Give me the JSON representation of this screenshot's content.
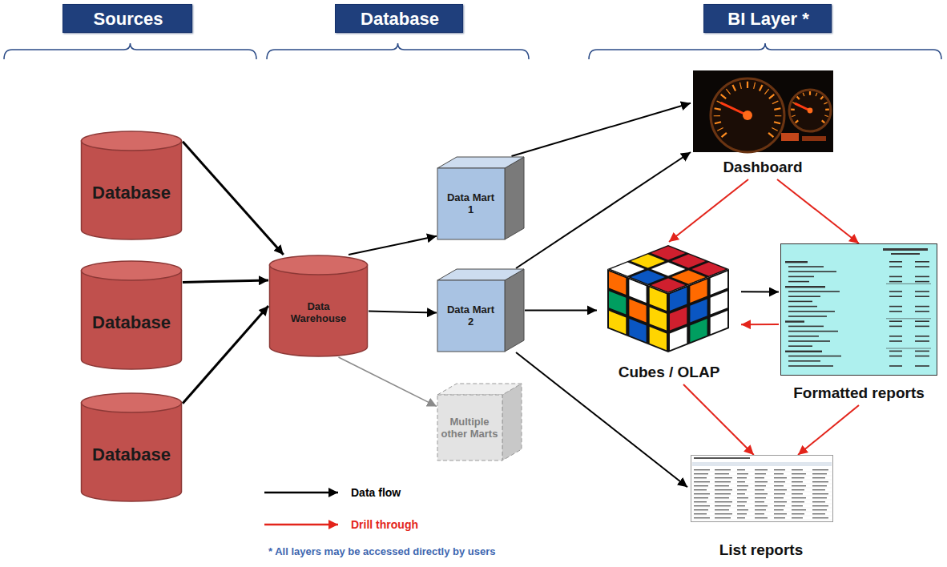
{
  "diagram": {
    "nodes": [
      {
        "text": [
          "Sources"
        ]
      },
      {
        "text": [
          "Database"
        ]
      },
      {
        "text": [
          "BI Layer *"
        ]
      },
      {
        "text": [
          "Database"
        ]
      },
      {
        "text": [
          "Database"
        ]
      },
      {
        "text": [
          "Database"
        ]
      },
      {
        "text": [
          "Data Warehouse"
        ]
      },
      {
        "text": [
          "Data Mart 1"
        ]
      },
      {
        "text": [
          "Data Mart 2"
        ]
      },
      {
        "text": [
          "Multiple other Marts"
        ]
      },
      {
        "text": [
          "Dashboard"
        ]
      },
      {
        "text": [
          "Cubes / OLAP"
        ]
      },
      {
        "text": [
          "Formatted reports"
        ]
      },
      {
        "text": [
          "List reports"
        ]
      }
    ],
    "edges": [
      {
        "from": 3,
        "to": 6,
        "arrow": "to"
      },
      {
        "from": 4,
        "to": 6,
        "arrow": "to"
      },
      {
        "from": 5,
        "to": 6,
        "arrow": "to"
      },
      {
        "from": 6,
        "to": 7,
        "arrow": "to"
      },
      {
        "from": 6,
        "to": 8,
        "arrow": "to"
      },
      {
        "from": 6,
        "to": 9,
        "arrow": "to"
      },
      {
        "from": 7,
        "to": 10,
        "arrow": "to"
      },
      {
        "from": 8,
        "to": 10,
        "arrow": "to"
      },
      {
        "from": 8,
        "to": 11,
        "arrow": "to"
      },
      {
        "from": 8,
        "to": 13,
        "arrow": "to"
      },
      {
        "from": 10,
        "to": 11,
        "arrow": "to"
      },
      {
        "from": 10,
        "to": 12,
        "arrow": "to"
      },
      {
        "from": 11,
        "to": 12,
        "arrow": "to"
      },
      {
        "from": 12,
        "to": 11,
        "arrow": "to"
      },
      {
        "from": 11,
        "to": 13,
        "arrow": "to"
      },
      {
        "from": 12,
        "to": 13,
        "arrow": "to"
      }
    ],
    "labels": [
      "* All layers may be accessed directly by users"
    ],
    "legend": [
      {
        "text": "Data flow"
      },
      {
        "text": "Drill through"
      }
    ]
  }
}
